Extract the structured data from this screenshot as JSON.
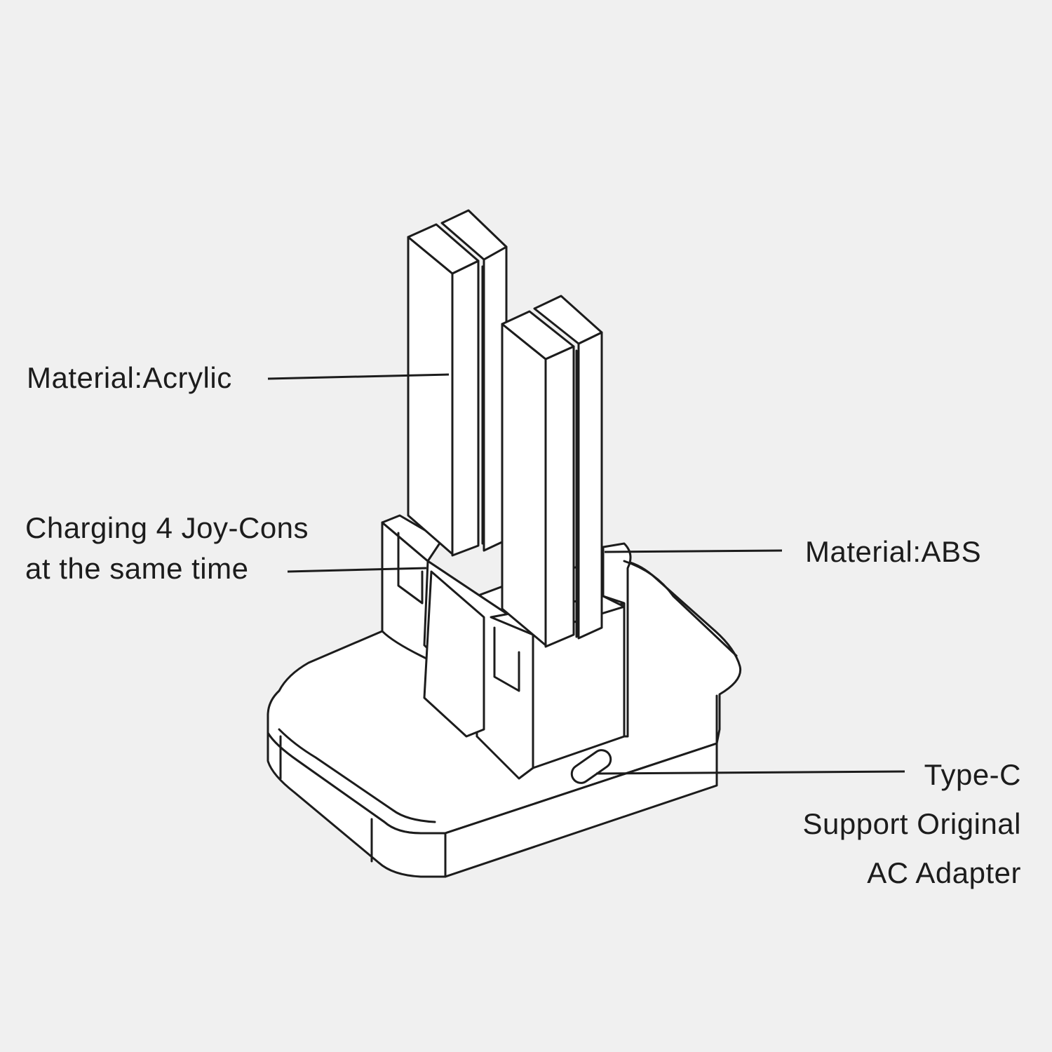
{
  "colors": {
    "background": "#f0f0f0",
    "ink": "#1c1c1c",
    "fill": "#ffffff"
  },
  "callouts": {
    "acrylic": {
      "line1": "Material:Acrylic"
    },
    "charging": {
      "line1": "Charging 4 Joy-Cons",
      "line2": "at the same time"
    },
    "abs": {
      "line1": "Material:ABS"
    },
    "typec": {
      "line1": "Type-C",
      "line2": "Support Original",
      "line3": "AC Adapter"
    }
  }
}
